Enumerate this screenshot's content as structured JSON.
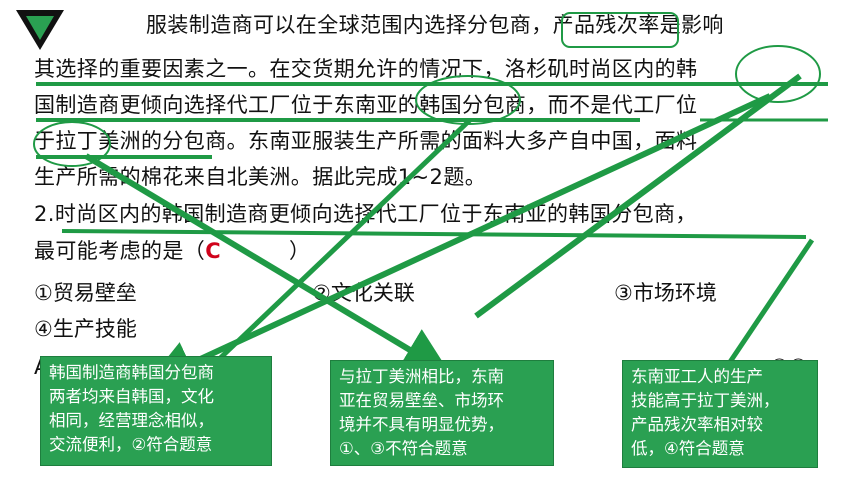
{
  "passage": {
    "line1": "服装制造商可以在全球范围内选择分包商，产品残次率是影响",
    "line2": "其选择的重要因素之一。在交货期允许的情况下，洛杉矶时尚区内的韩",
    "line3": "国制造商更倾向选择代工厂位于东南亚的韩国分包商，而不是代工厂位",
    "line4": "于拉丁美洲的分包商。东南亚服装生产所需的面料大多产自中国，面料",
    "line5": "生产所需的棉花来自北美洲。据此完成1~2题。"
  },
  "question": {
    "line1": "2.时尚区内的韩国制造商更倾向选择代工厂位于东南亚的韩国分包商，",
    "line2_prefix": "最可能考虑的是（",
    "answer": "C",
    "line2_suffix": "）"
  },
  "options": {
    "o1": "①贸易壁垒",
    "o2": "②文化关联",
    "o3": "③市场环境",
    "o4": "④生产技能",
    "row_left": "A.",
    "row_right": "②④"
  },
  "notes": {
    "box1": [
      "韩国制造商韩国分包商",
      "两者均来自韩国，文化",
      "相同，经营理念相似，",
      "交流便利，②符合题意"
    ],
    "box2": [
      "与拉丁美洲相比，东南",
      "亚在贸易壁垒、市场环",
      "境并不具有明显优势，",
      "①、③不符合题意"
    ],
    "box3": [
      "东南亚工人的生产",
      "技能高于拉丁美洲，",
      "产品残次率相对较",
      "低，④符合题意"
    ]
  },
  "colors": {
    "accent_green": "#2aa052",
    "annotation_green": "#1f9a45",
    "answer_red": "#d0021b"
  }
}
